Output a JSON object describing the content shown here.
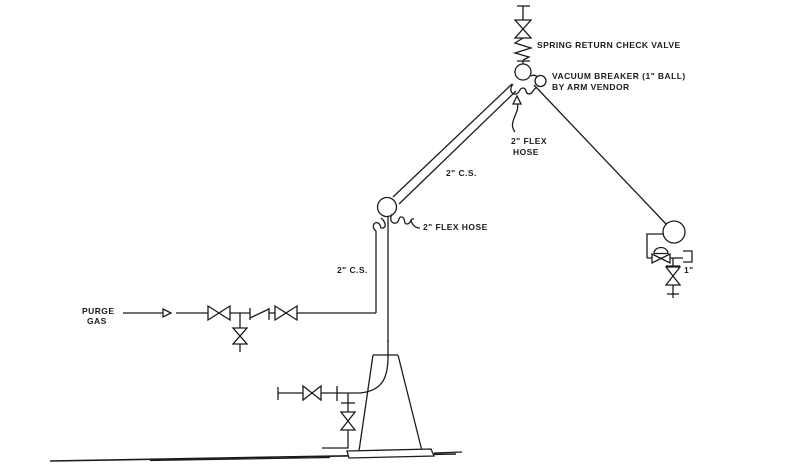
{
  "diagram": {
    "kind": "piping-schematic",
    "colors": {
      "ink": "#1c1c1c",
      "background": "#ffffff"
    },
    "labels": {
      "purge_gas_line1": "PURGE",
      "purge_gas_line2": "GAS",
      "spring_return_check_valve": "SPRING RETURN CHECK VALVE",
      "vacuum_breaker_line1": "VACUUM BREAKER (1\" BALL)",
      "vacuum_breaker_line2": "BY ARM VENDOR",
      "flex_hose_upper_line1": "2\" FLEX",
      "flex_hose_upper_line2": "HOSE",
      "cs_pipe_diagonal": "2\" C.S.",
      "flex_hose_middle": "2\" FLEX HOSE",
      "cs_pipe_vertical": "2\" C.S.",
      "valve_size_one_inch": "1\""
    },
    "components": [
      "spring-return-check-valve",
      "vacuum-breaker-ball",
      "swivel-joint-upper",
      "swivel-joint-middle",
      "swivel-joint-right",
      "flex-hose-upper",
      "flex-hose-middle",
      "purge-gas-inlet",
      "gate-valves",
      "check-valve",
      "drain-valve",
      "pedestal-base",
      "regulator-valve",
      "hose-connection",
      "grade-line"
    ]
  }
}
